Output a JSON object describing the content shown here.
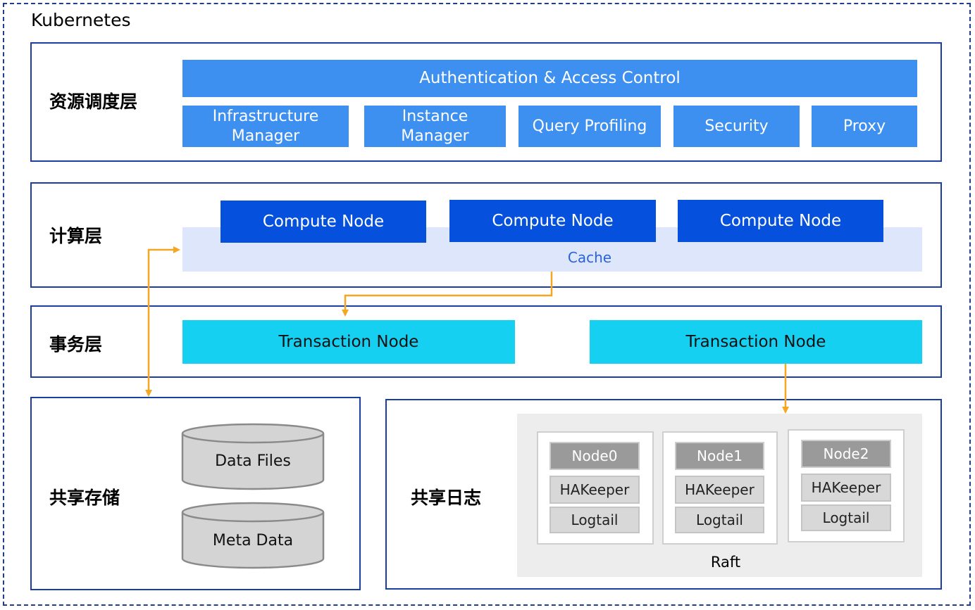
{
  "frame": {
    "title": "Kubernetes"
  },
  "layers": {
    "resource": {
      "label": "资源调度层",
      "top_bar": "Authentication & Access Control",
      "modules": [
        "Infrastructure Manager",
        "Instance Manager",
        "Query Profiling",
        "Security",
        "Proxy"
      ]
    },
    "compute": {
      "label": "计算层",
      "nodes": [
        "Compute Node",
        "Compute Node",
        "Compute Node"
      ],
      "cache": "Cache"
    },
    "transaction": {
      "label": "事务层",
      "nodes": [
        "Transaction Node",
        "Transaction Node"
      ]
    },
    "storage": {
      "label": "共享存储",
      "items": [
        "Data Files",
        "Meta Data"
      ]
    },
    "log": {
      "label": "共享日志",
      "group": "Raft",
      "nodes": [
        {
          "name": "Node0",
          "parts": [
            "HAKeeper",
            "Logtail"
          ]
        },
        {
          "name": "Node1",
          "parts": [
            "HAKeeper",
            "Logtail"
          ]
        },
        {
          "name": "Node2",
          "parts": [
            "HAKeeper",
            "Logtail"
          ]
        }
      ]
    }
  },
  "colors": {
    "border": "#1b3fa0",
    "module_blue": "#3d8ff0",
    "compute_blue": "#0550dc",
    "cache_bg": "#dde6fb",
    "transaction_cyan": "#16d0f2",
    "arrow": "#f5a623",
    "raft_bg": "#ededed"
  }
}
